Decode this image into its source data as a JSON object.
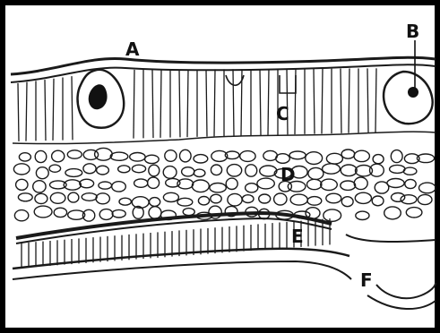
{
  "diagram": {
    "labels": {
      "a": "A",
      "b": "B",
      "c": "C",
      "d": "D",
      "e": "E",
      "f": "F"
    },
    "colors": {
      "ink": "#1a1a1a",
      "background": "#ffffff",
      "frame": "#000000"
    }
  }
}
